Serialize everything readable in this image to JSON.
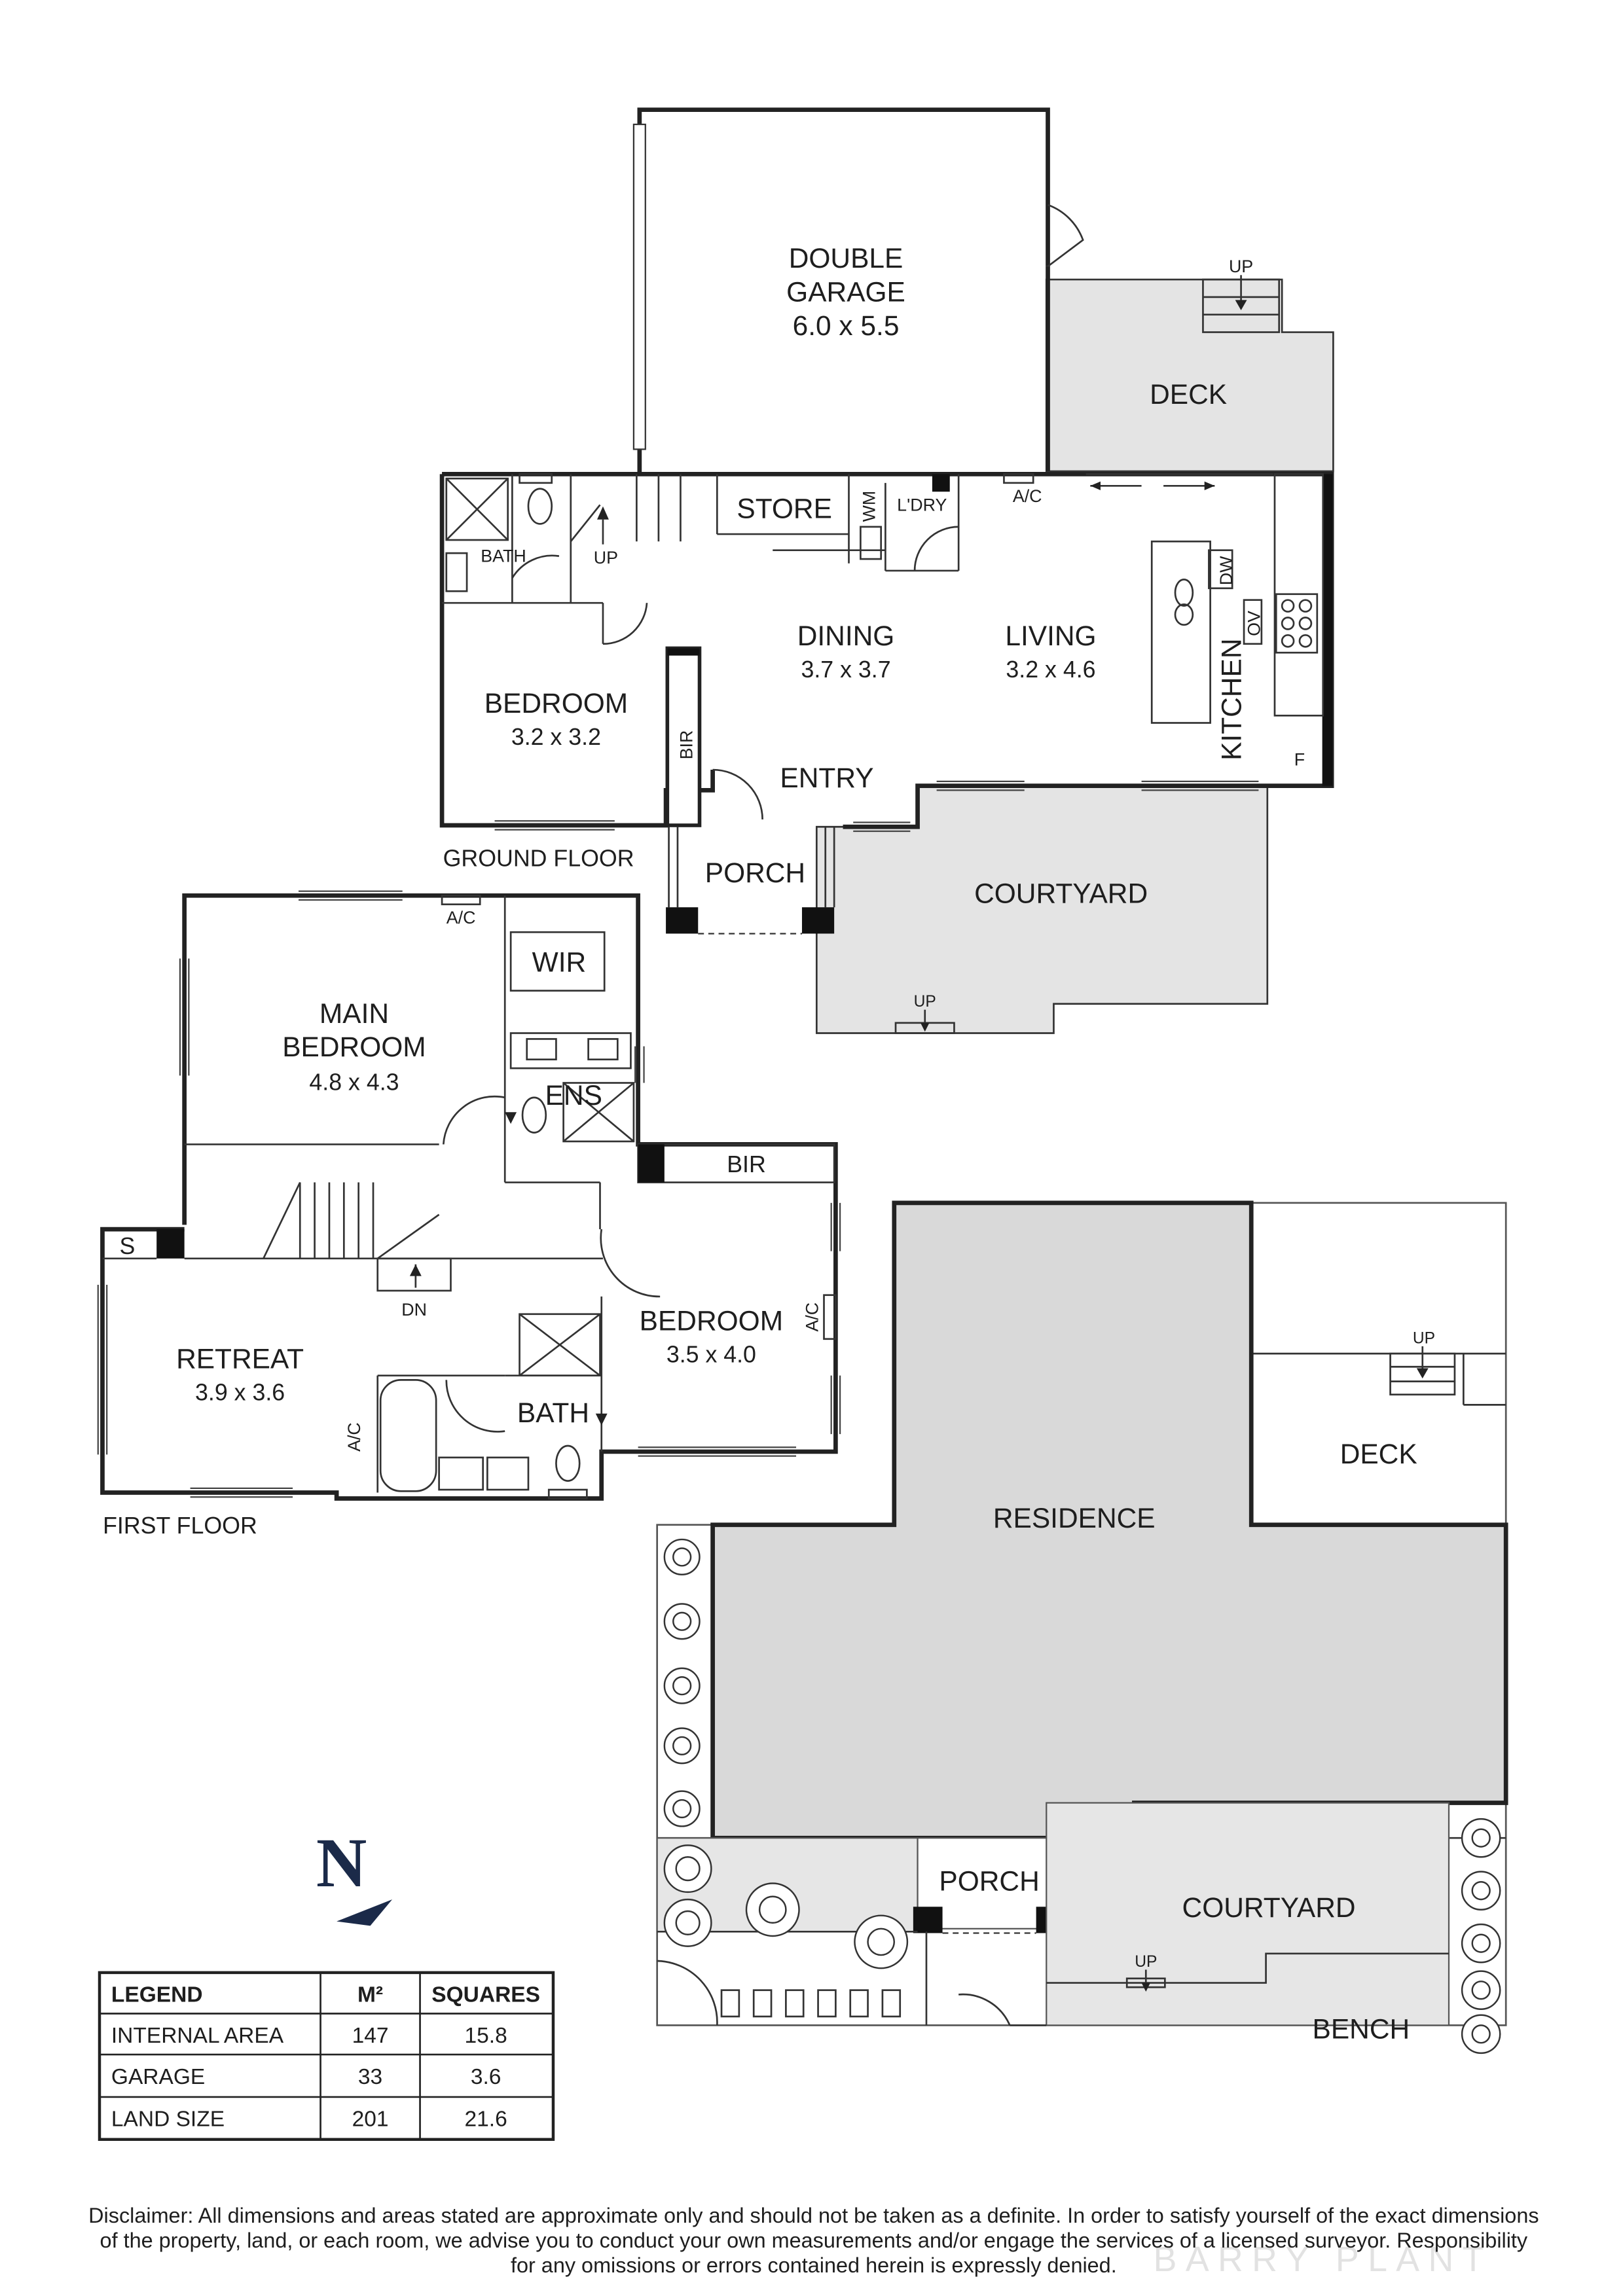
{
  "ground_floor": {
    "label": "GROUND FLOOR",
    "rooms": {
      "garage": {
        "name_line1": "DOUBLE",
        "name_line2": "GARAGE",
        "dims": "6.0 x 5.5"
      },
      "deck": {
        "name": "DECK",
        "stair_label": "UP"
      },
      "store": {
        "name": "STORE"
      },
      "wm": {
        "name": "WM"
      },
      "laundry": {
        "name": "L'DRY"
      },
      "ac": {
        "name": "A/C"
      },
      "bath": {
        "name": "BATH"
      },
      "stair": {
        "label": "UP"
      },
      "dining": {
        "name": "DINING",
        "dims": "3.7 x 3.7"
      },
      "living": {
        "name": "LIVING",
        "dims": "3.2 x 4.6"
      },
      "kitchen": {
        "name": "KITCHEN",
        "dw": "DW",
        "ov": "OV",
        "fridge": "F"
      },
      "bedroom": {
        "name": "BEDROOM",
        "dims": "3.2 x 3.2"
      },
      "bir": {
        "name": "BIR"
      },
      "entry": {
        "name": "ENTRY"
      },
      "porch": {
        "name": "PORCH"
      },
      "courtyard": {
        "name": "COURTYARD",
        "stair_label": "UP"
      }
    }
  },
  "first_floor": {
    "label": "FIRST FLOOR",
    "rooms": {
      "main_bedroom": {
        "name_line1": "MAIN",
        "name_line2": "BEDROOM",
        "dims": "4.8 x 4.3"
      },
      "ac_main": {
        "name": "A/C"
      },
      "wir": {
        "name": "WIR"
      },
      "ens": {
        "name": "ENS"
      },
      "bir": {
        "name": "BIR"
      },
      "store_s": {
        "name": "S"
      },
      "stair": {
        "label": "DN"
      },
      "retreat": {
        "name": "RETREAT",
        "dims": "3.9 x 3.6",
        "ac": "A/C"
      },
      "bedroom": {
        "name": "BEDROOM",
        "dims": "3.5 x 4.0",
        "ac": "A/C"
      },
      "bath": {
        "name": "BATH"
      }
    }
  },
  "site_plan": {
    "residence": "RESIDENCE",
    "deck": "DECK",
    "deck_stair": "UP",
    "porch": "PORCH",
    "courtyard": "COURTYARD",
    "courtyard_stair": "UP",
    "bench": "BENCH"
  },
  "north": {
    "letter": "N"
  },
  "legend": {
    "headers": [
      "LEGEND",
      "M²",
      "SQUARES"
    ],
    "rows": [
      {
        "label": "INTERNAL AREA",
        "m2": "147",
        "squares": "15.8"
      },
      {
        "label": "GARAGE",
        "m2": "33",
        "squares": "3.6"
      },
      {
        "label": "LAND SIZE",
        "m2": "201",
        "squares": "21.6"
      }
    ]
  },
  "disclaimer": {
    "line1": "Disclaimer: All dimensions and areas stated are approximate only and should not be taken as a definite. In order to satisfy yourself of the exact dimensions",
    "line2": "of the property, land, or each room, we advise you to conduct your own measurements and/or engage the services of a licensed surveyor. Responsibility",
    "line3": "for any omissions or errors contained herein is expressly denied."
  },
  "watermark": "BARRY PLANT"
}
